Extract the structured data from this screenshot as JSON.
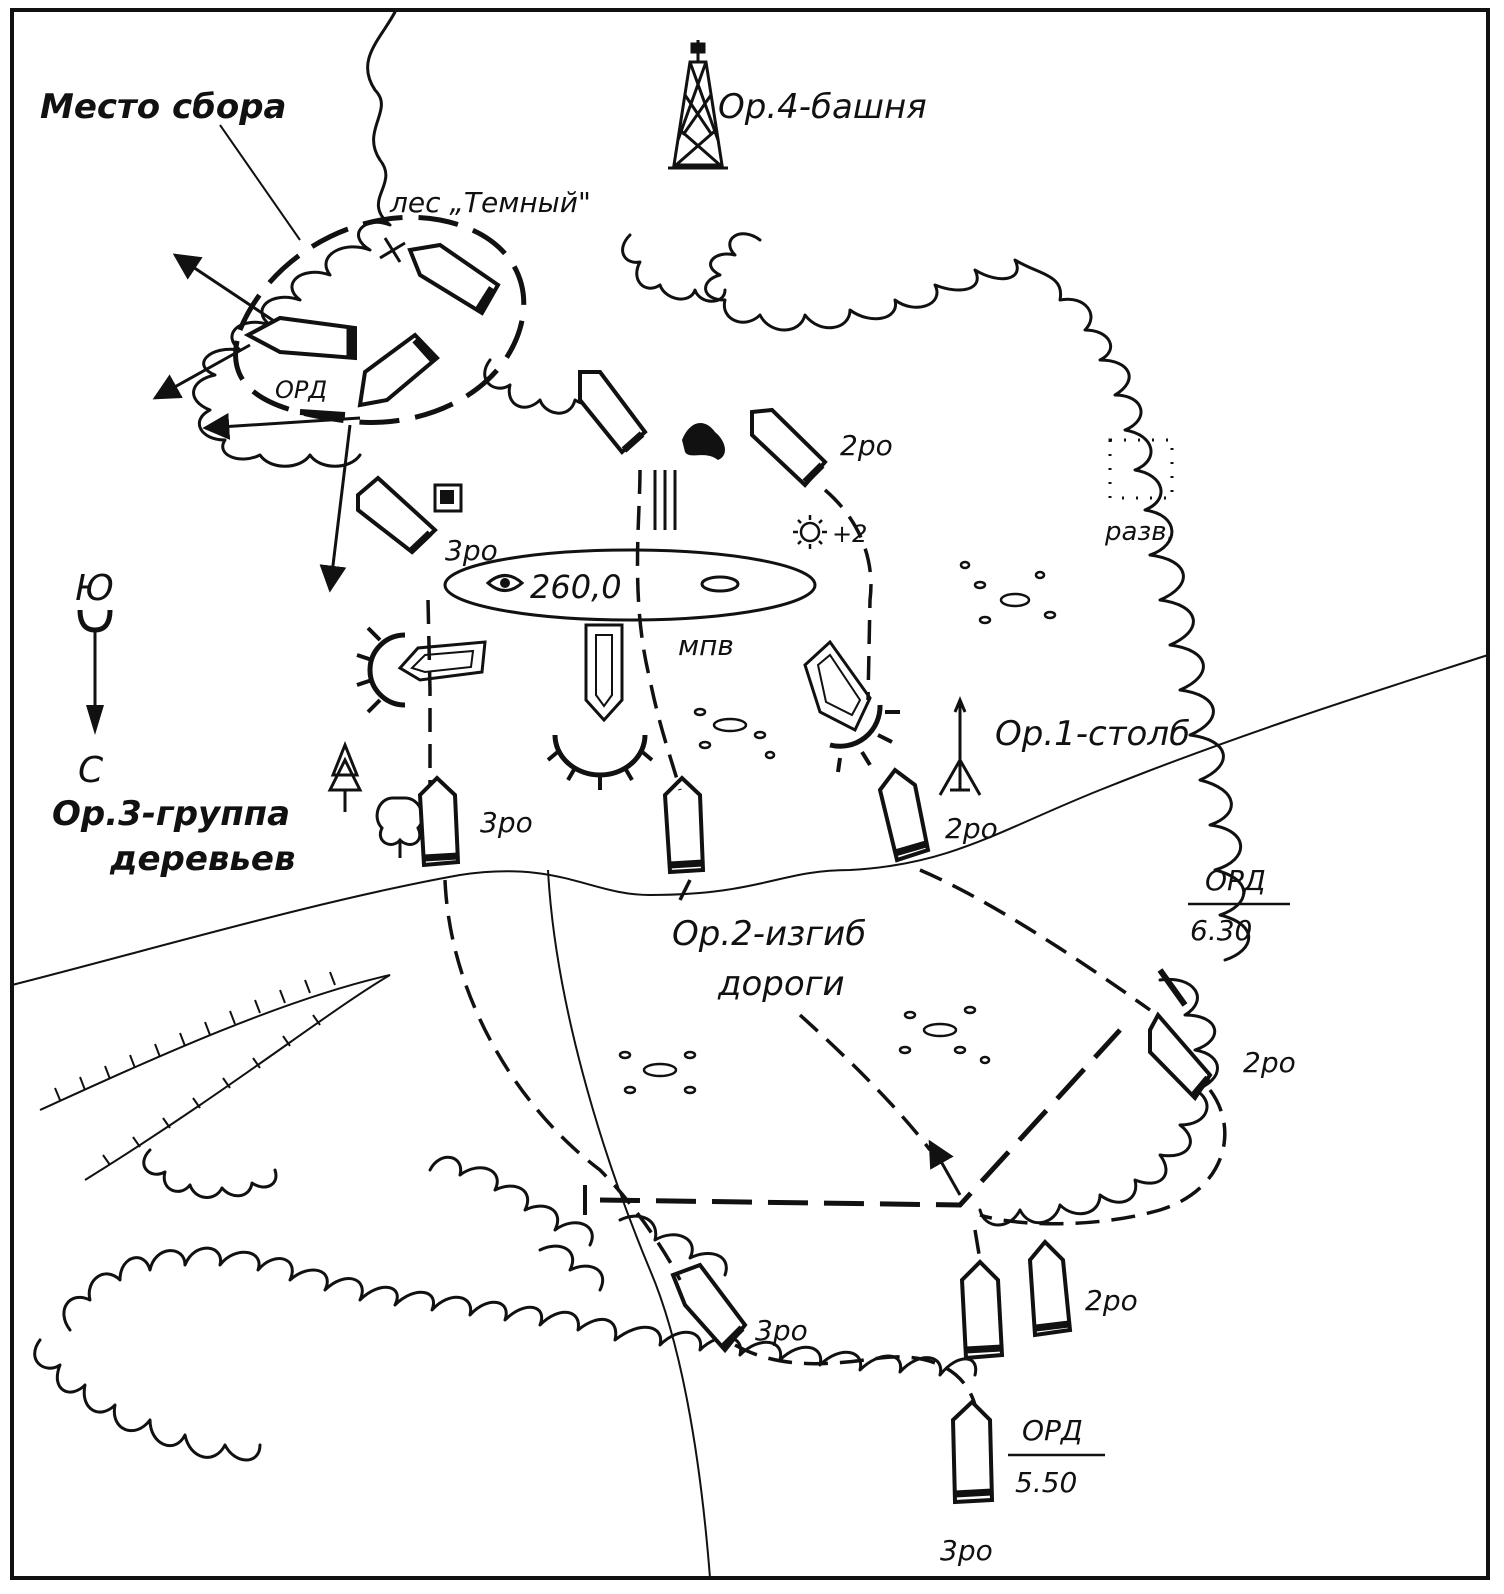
{
  "map": {
    "labels": {
      "assembly_point": "Место сбора",
      "forest_name": "лес „Темный\"",
      "ref4": "Ор.4-башня",
      "ref1": "Ор.1-столб",
      "ref2_line1": "Ор.2-изгиб",
      "ref2_line2": "дороги",
      "ref3_line1": "Ор.3-группа",
      "ref3_line2": "деревьев",
      "height": "260,0",
      "mpv": "мпв",
      "razv": "разв.",
      "company_2_a": "2ро",
      "company_2_b": "2ро",
      "company_2_c": "2ро",
      "company_2_d": "2ро",
      "company_3_a": "3ро",
      "company_3_b": "3ро",
      "company_3_c": "3ро",
      "company_3_d": "3ро",
      "ord_top": "ОРД",
      "ord_1_top": "ОРД",
      "ord_1_bottom": "6.30",
      "ord_2_top": "ОРД",
      "ord_2_bottom": "5.50",
      "plus2": "+2",
      "compass_south": "Ю",
      "compass_north": "С"
    }
  }
}
